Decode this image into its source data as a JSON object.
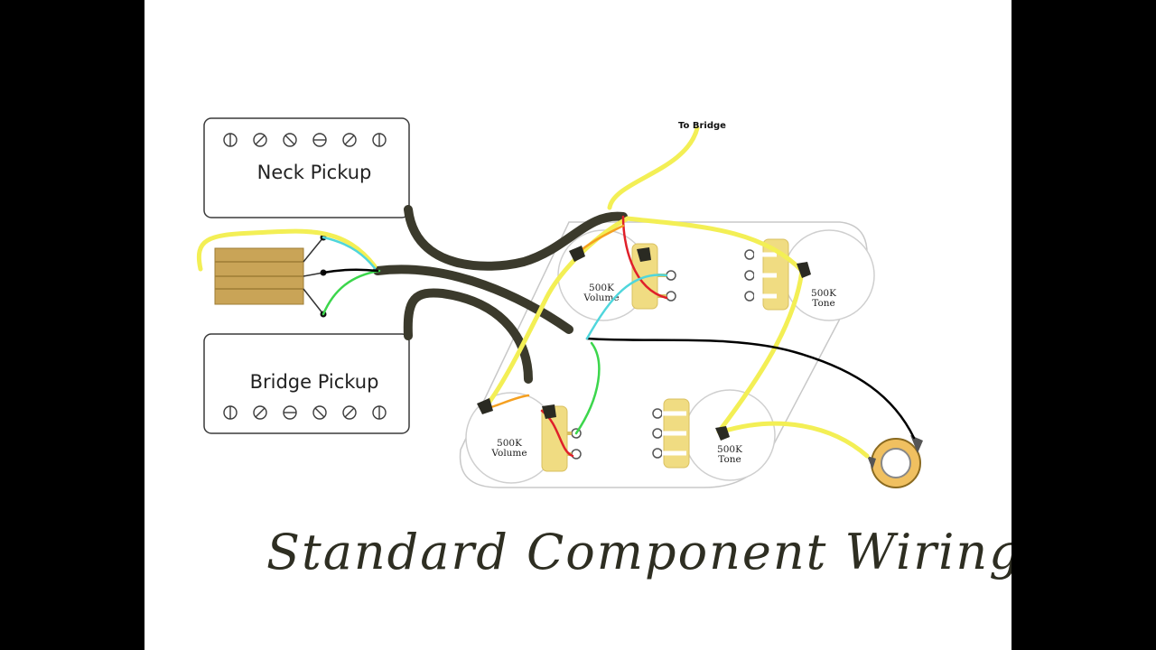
{
  "title": "Standard Component Wiring",
  "pickups": {
    "neck": {
      "label": "Neck Pickup"
    },
    "bridge": {
      "label": "Bridge Pickup"
    }
  },
  "switch": {
    "note": "To Bridge"
  },
  "pots": [
    {
      "id": "neck-volume",
      "value": "500K",
      "type": "Volume"
    },
    {
      "id": "neck-tone",
      "value": "500K",
      "type": "Tone"
    },
    {
      "id": "bridge-volume",
      "value": "500K",
      "type": "Volume"
    },
    {
      "id": "bridge-tone",
      "value": "500K",
      "type": "Tone"
    }
  ],
  "colors": {
    "background": "#ffffff",
    "letterbox": "#000000",
    "wire_braided": "#3b3a2c",
    "wire_yellow": "#f3ef55",
    "wire_red": "#e0202a",
    "wire_orange": "#f5a020",
    "wire_cyan": "#4fd6dc",
    "wire_green": "#3cd64c",
    "wire_black": "#000000",
    "capacitor": "#f0dc82",
    "switch_body": "#c9a457"
  }
}
